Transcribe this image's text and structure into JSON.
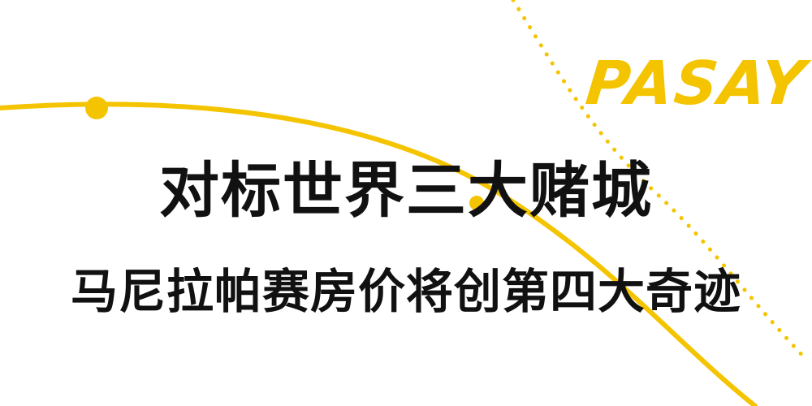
{
  "brand": {
    "text": "PASAY",
    "color": "#f5c400"
  },
  "headline": {
    "primary": "对标世界三大赌城",
    "secondary": "马尼拉帕赛房价将创第四大奇迹",
    "color": "#111111"
  },
  "decor": {
    "accent_color": "#f5c400",
    "background_color": "#ffffff"
  }
}
